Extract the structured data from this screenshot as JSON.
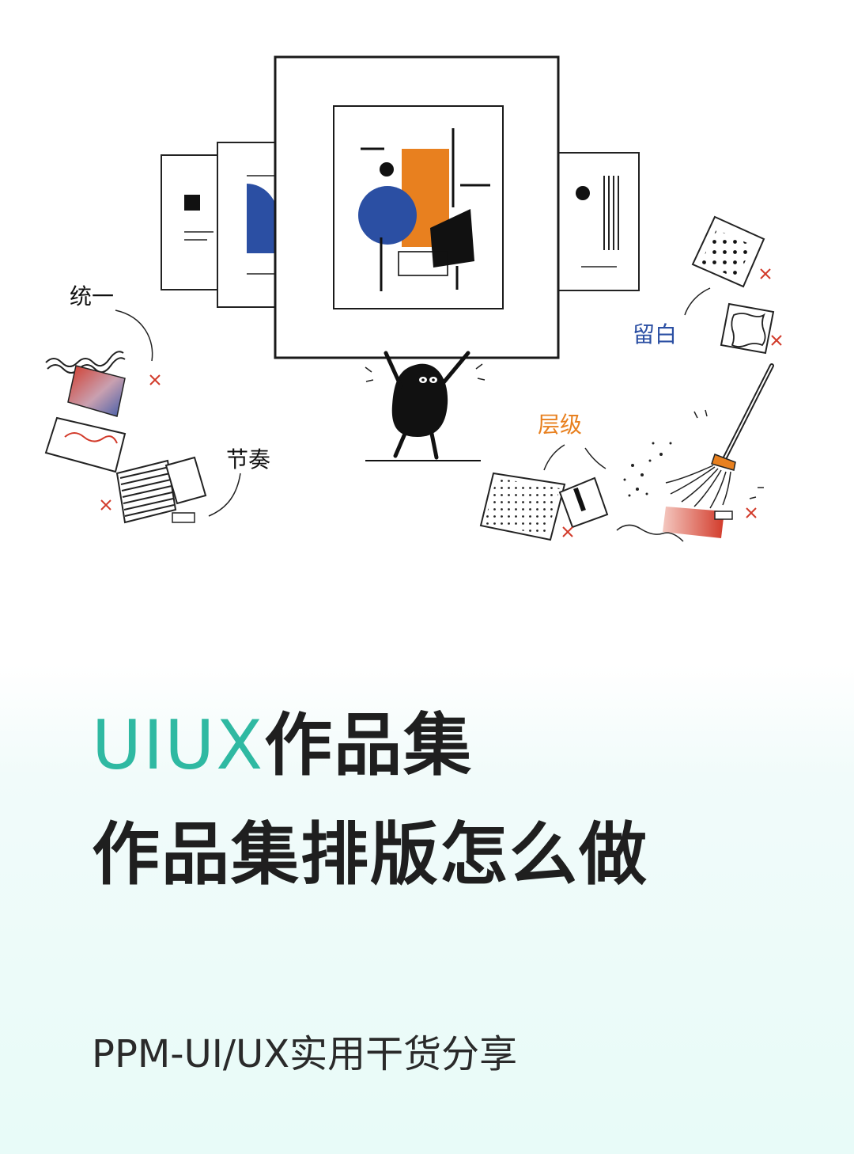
{
  "illustration": {
    "labels": {
      "unity": "统一",
      "whitespace": "留白",
      "rhythm": "节奏",
      "hierarchy": "层级"
    }
  },
  "title": {
    "accent": "UIUX",
    "line1_rest": "作品集",
    "line2": "作品集排版怎么做"
  },
  "subtitle": "PPM-UI/UX实用干货分享",
  "colors": {
    "accent": "#2fb9a2",
    "orange": "#e8801f",
    "blue": "#2b4fa3",
    "red": "#d23a2a",
    "ink": "#111111"
  }
}
